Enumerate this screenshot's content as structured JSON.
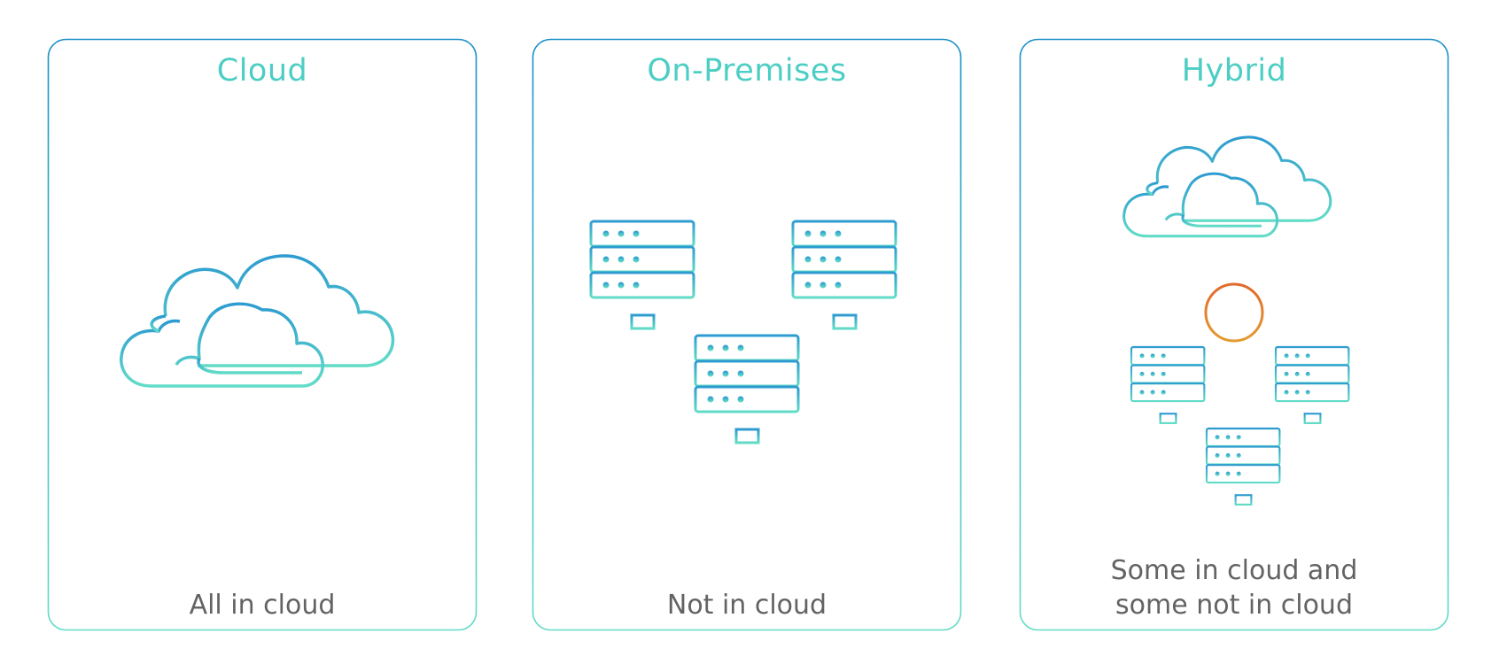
{
  "panels": [
    {
      "title": "Cloud",
      "caption_lines": [
        "All in cloud"
      ],
      "icon": "cloud-icon"
    },
    {
      "title": "On-Premises",
      "caption_lines": [
        "Not in cloud"
      ],
      "icon": "server-icon"
    },
    {
      "title": "Hybrid",
      "caption_lines": [
        "Some in cloud and",
        "some not in cloud"
      ],
      "icon": "plus-icon"
    }
  ],
  "colors": {
    "gradient_top": "#1a8fc8",
    "gradient_bottom": "#62dcc7",
    "title": "#4ccec4",
    "caption": "#636363",
    "plus_top": "#e06a2b",
    "plus_bottom": "#e49a30"
  }
}
